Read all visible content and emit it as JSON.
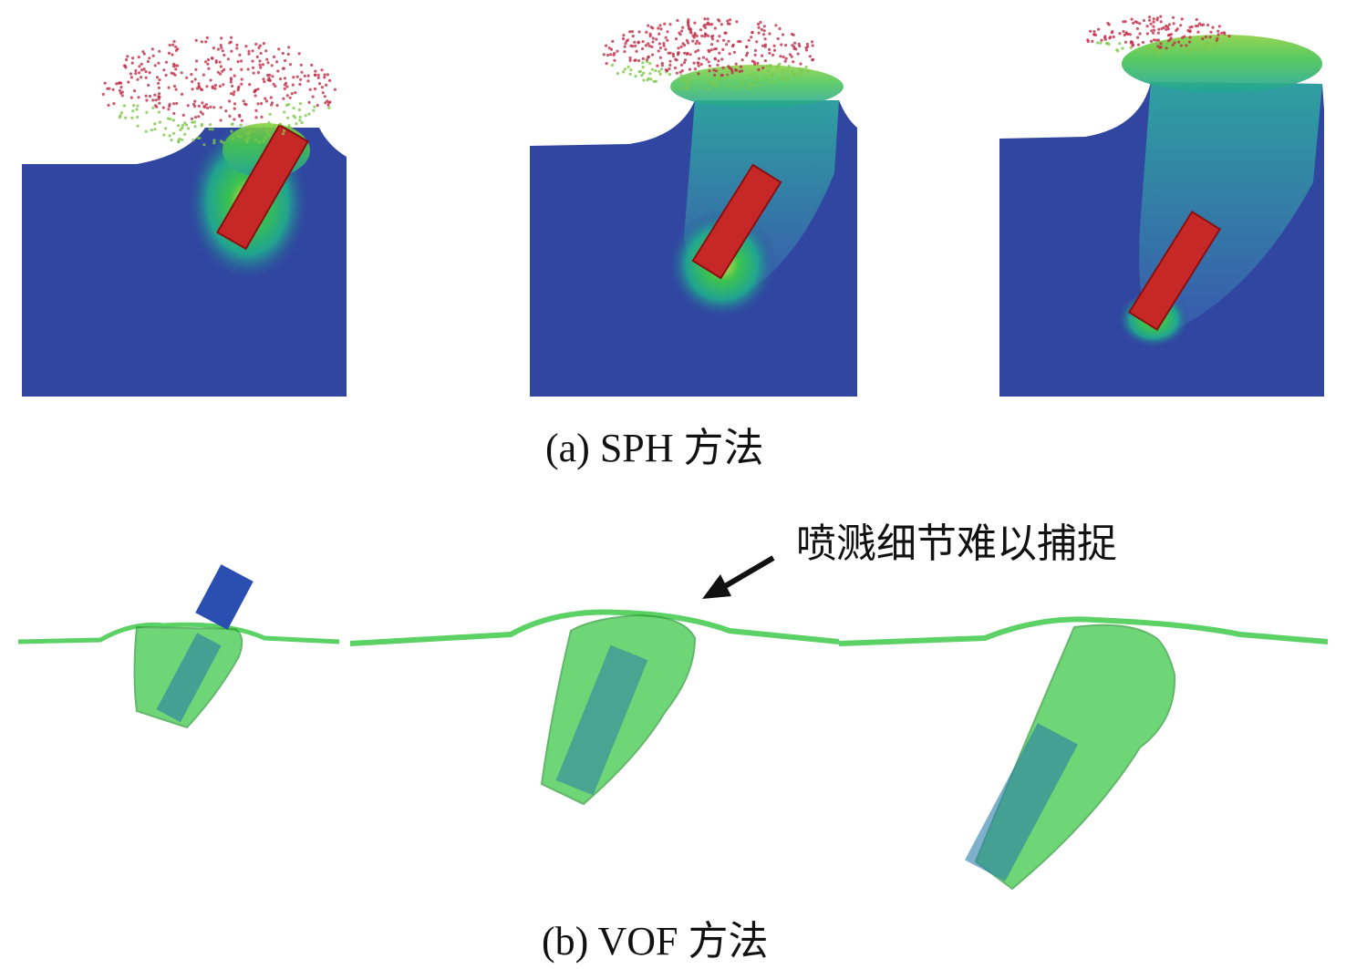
{
  "panels": [
    {
      "id": "a",
      "caption": "(a) SPH 方法",
      "frames": 3
    },
    {
      "id": "b",
      "caption": "(b) VOF 方法",
      "frames": 3
    }
  ],
  "annotation": {
    "text": "喷溅细节难以捕捉"
  },
  "colors": {
    "fluid_low": "#3046a0",
    "fluid_mid": "#20a890",
    "fluid_high": "#3cc84a",
    "spray": "#c0304a",
    "body": "#c62828",
    "vof_fluid": "#3fc94a",
    "vof_body": "#2a4fb0"
  }
}
